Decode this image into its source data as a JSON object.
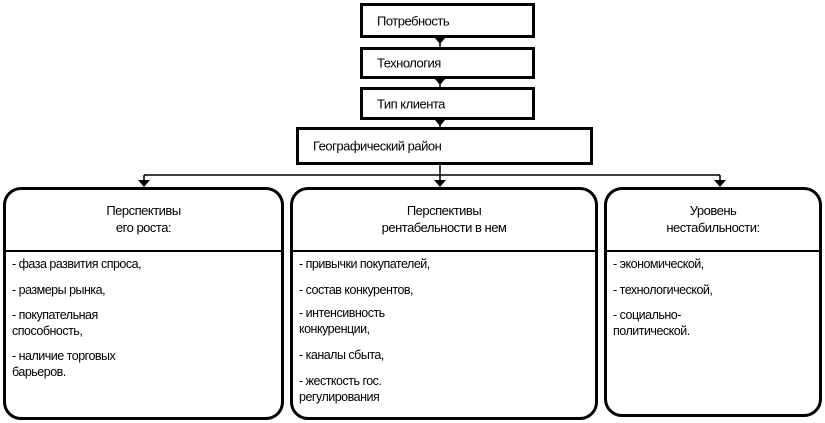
{
  "hierarchy": [
    {
      "label": "Потребность"
    },
    {
      "label": "Технология"
    },
    {
      "label": "Тип клиента"
    },
    {
      "label": "Географический район"
    }
  ],
  "columns": [
    {
      "title": "Перспективы\nего роста:",
      "items": [
        "- фаза развития спроса,",
        "- размеры рынка,",
        "- покупательная\n  способность,",
        "- наличие торговых\n  барьеров."
      ]
    },
    {
      "title": "Перспективы\nрентабельности в нем",
      "items": [
        "- привычки покупателей,",
        "- состав конкурентов,",
        "- интенсивность\n  конкуренции,",
        "- каналы сбыта,",
        "- жесткость гос.\n  регулирования"
      ]
    },
    {
      "title": "Уровень\nнестабильности:",
      "items": [
        "- экономической,",
        "- технологической,",
        "- социально-\n  политической."
      ]
    }
  ]
}
